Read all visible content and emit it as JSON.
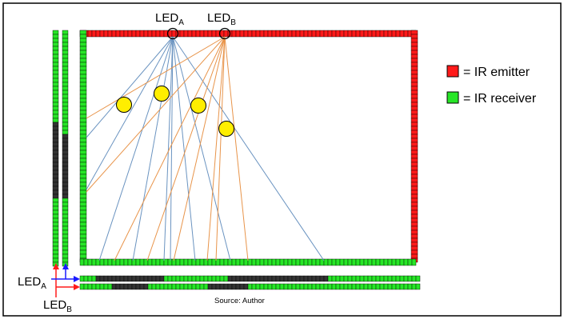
{
  "figure": {
    "led_a": {
      "label": "LED",
      "sub": "A"
    },
    "led_b": {
      "label": "LED",
      "sub": "B"
    },
    "legend": {
      "emitter": {
        "label": "= IR emitter",
        "color": "#ff1a1a"
      },
      "receiver": {
        "label": "= IR receiver",
        "color": "#27e627"
      }
    },
    "caption": "Source: Author",
    "colors": {
      "dark_cell": "#333333",
      "beam_a": "#6a93c0",
      "beam_b": "#e8944a",
      "blocker": "#ffee00",
      "arrow_a": "#1a1aff",
      "arrow_b": "#ff1a1a"
    }
  }
}
